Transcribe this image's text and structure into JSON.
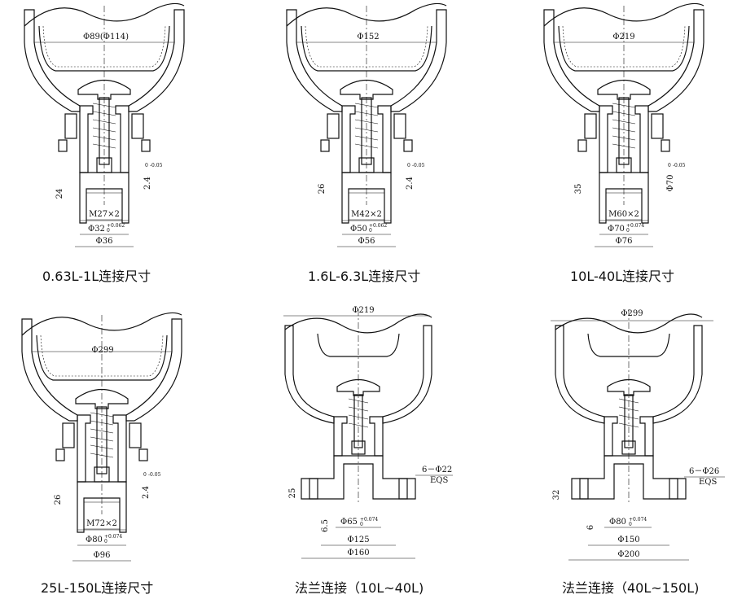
{
  "diagrams": [
    {
      "id": "d1",
      "caption": "0.63L-1L连接尺寸",
      "top_dia": "Φ89(Φ114)",
      "height": "24",
      "tol": "2.4",
      "tol_up": "0",
      "tol_lo": "-0.05",
      "thread": "M27×2",
      "bore": "Φ32",
      "bore_up": "+0.062",
      "bore_lo": "0",
      "outer": "Φ36"
    },
    {
      "id": "d2",
      "caption": "1.6L-6.3L连接尺寸",
      "top_dia": "Φ152",
      "height": "26",
      "tol": "2.4",
      "tol_up": "0",
      "tol_lo": "-0.05",
      "thread": "M42×2",
      "bore": "Φ50",
      "bore_up": "+0.062",
      "bore_lo": "0",
      "outer": "Φ56"
    },
    {
      "id": "d3",
      "caption": "10L-40L连接尺寸",
      "top_dia": "Φ219",
      "height": "35",
      "tol": "Φ70",
      "tol_up": "0",
      "tol_lo": "-0.05",
      "thread": "M60×2",
      "bore": "Φ70",
      "bore_up": "+0.074",
      "bore_lo": "0",
      "outer": "Φ76"
    },
    {
      "id": "d4",
      "caption": "25L-150L连接尺寸",
      "top_dia": "Φ299",
      "height": "26",
      "tol": "2.4",
      "tol_up": "0",
      "tol_lo": "-0.05",
      "thread": "M72×2",
      "bore": "Φ80",
      "bore_up": "+0.074",
      "bore_lo": "0",
      "outer": "Φ96"
    },
    {
      "id": "d5",
      "caption": "法兰连接（10L~40L)",
      "top_dia": "Φ219",
      "height": "25",
      "small": "6.5",
      "holes": "6－Φ22",
      "eqs": "EQS",
      "bore": "Φ65",
      "bore_up": "+0.074",
      "bore_lo": "0",
      "pcd": "Φ125",
      "outer": "Φ160"
    },
    {
      "id": "d6",
      "caption": "法兰连接（40L~150L)",
      "top_dia": "Φ299",
      "height": "32",
      "small": "6",
      "holes": "6－Φ26",
      "eqs": "EQS",
      "bore": "Φ80",
      "bore_up": "+0.074",
      "bore_lo": "0",
      "pcd": "Φ150",
      "outer": "Φ200"
    }
  ]
}
